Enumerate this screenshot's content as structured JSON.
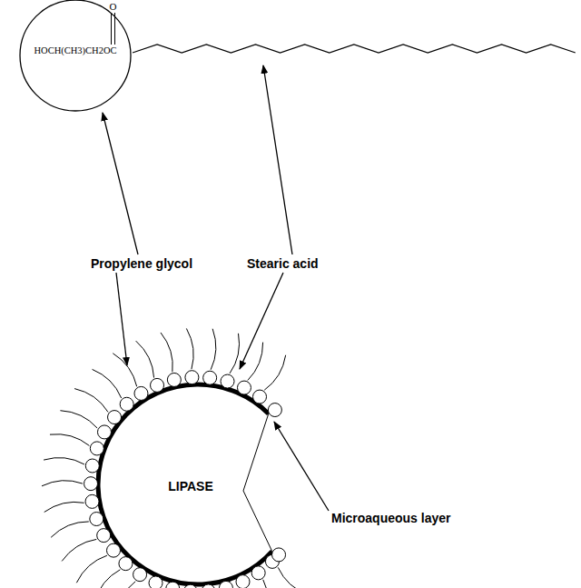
{
  "diagram": {
    "nodes": [
      {
        "text": [
          "O",
          "HOCH(CH3)CH2OC"
        ]
      },
      {
        "text": [
          "LIPASE"
        ]
      }
    ],
    "labels": [
      "Propylene glycol",
      "Stearic acid",
      "Microaqueous layer"
    ]
  }
}
